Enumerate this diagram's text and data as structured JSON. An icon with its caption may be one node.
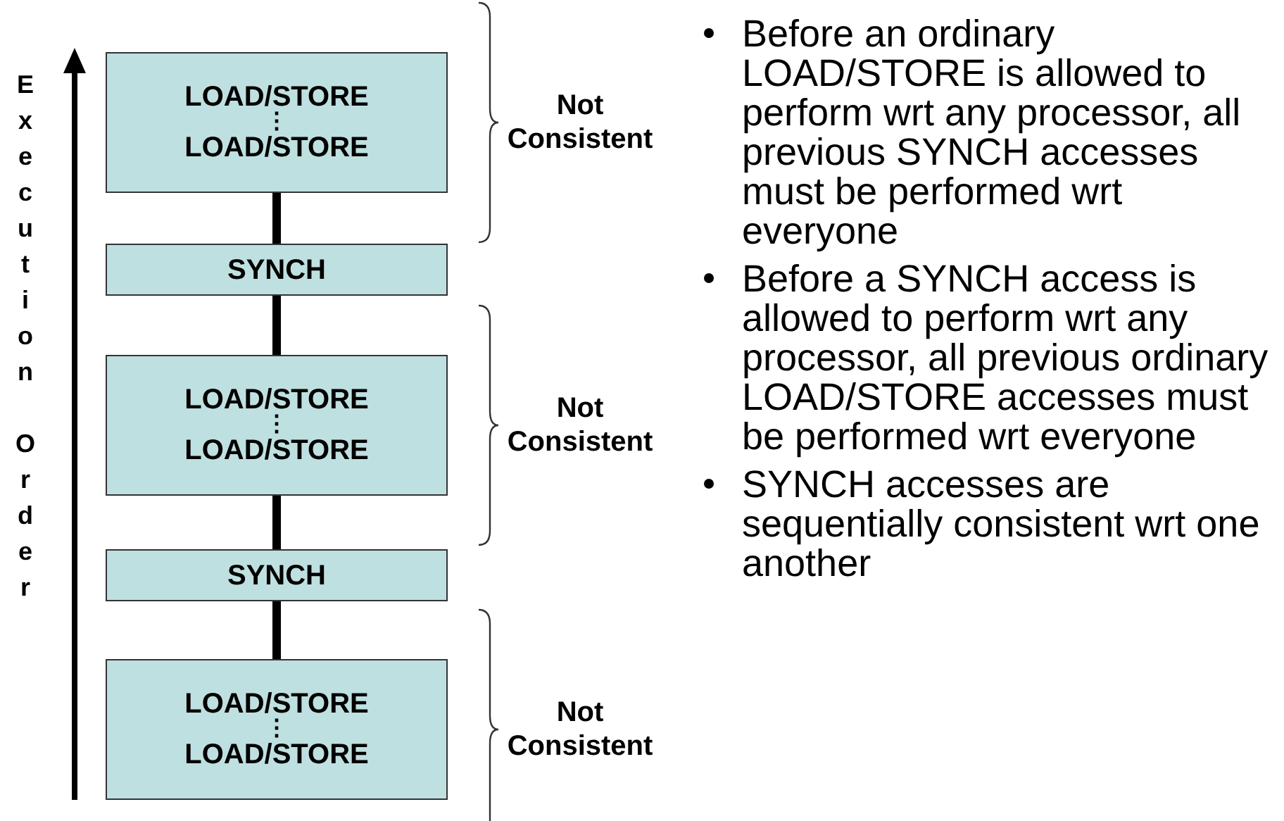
{
  "diagram": {
    "nodes": [
      {
        "text": [
          "LOAD/STORE",
          "⋮",
          "LOAD/STORE"
        ],
        "beside": [
          "Not Consistent"
        ]
      },
      {
        "text": [
          "SYNCH"
        ]
      },
      {
        "text": [
          "LOAD/STORE",
          "⋮",
          "LOAD/STORE"
        ],
        "beside": [
          "Not Consistent"
        ]
      },
      {
        "text": [
          "SYNCH"
        ]
      },
      {
        "text": [
          "LOAD/STORE",
          "⋮",
          "LOAD/STORE"
        ],
        "beside": [
          "Not Consistent"
        ]
      }
    ],
    "edges": [
      {
        "from": 0,
        "to": 1,
        "arrow": "none"
      },
      {
        "from": 1,
        "to": 2,
        "arrow": "none"
      },
      {
        "from": 2,
        "to": 3,
        "arrow": "none"
      },
      {
        "from": 3,
        "to": 4,
        "arrow": "none"
      }
    ],
    "labels": [
      "Execution Order",
      "Before an ordinary LOAD/STORE is allowed to perform wrt any processor, all previous SYNCH accesses must be performed wrt everyone",
      "Before a SYNCH access is allowed to perform wrt any processor, all previous ordinary LOAD/STORE accesses must be performed wrt everyone",
      "SYNCH accesses are sequentially consistent wrt one another"
    ]
  }
}
